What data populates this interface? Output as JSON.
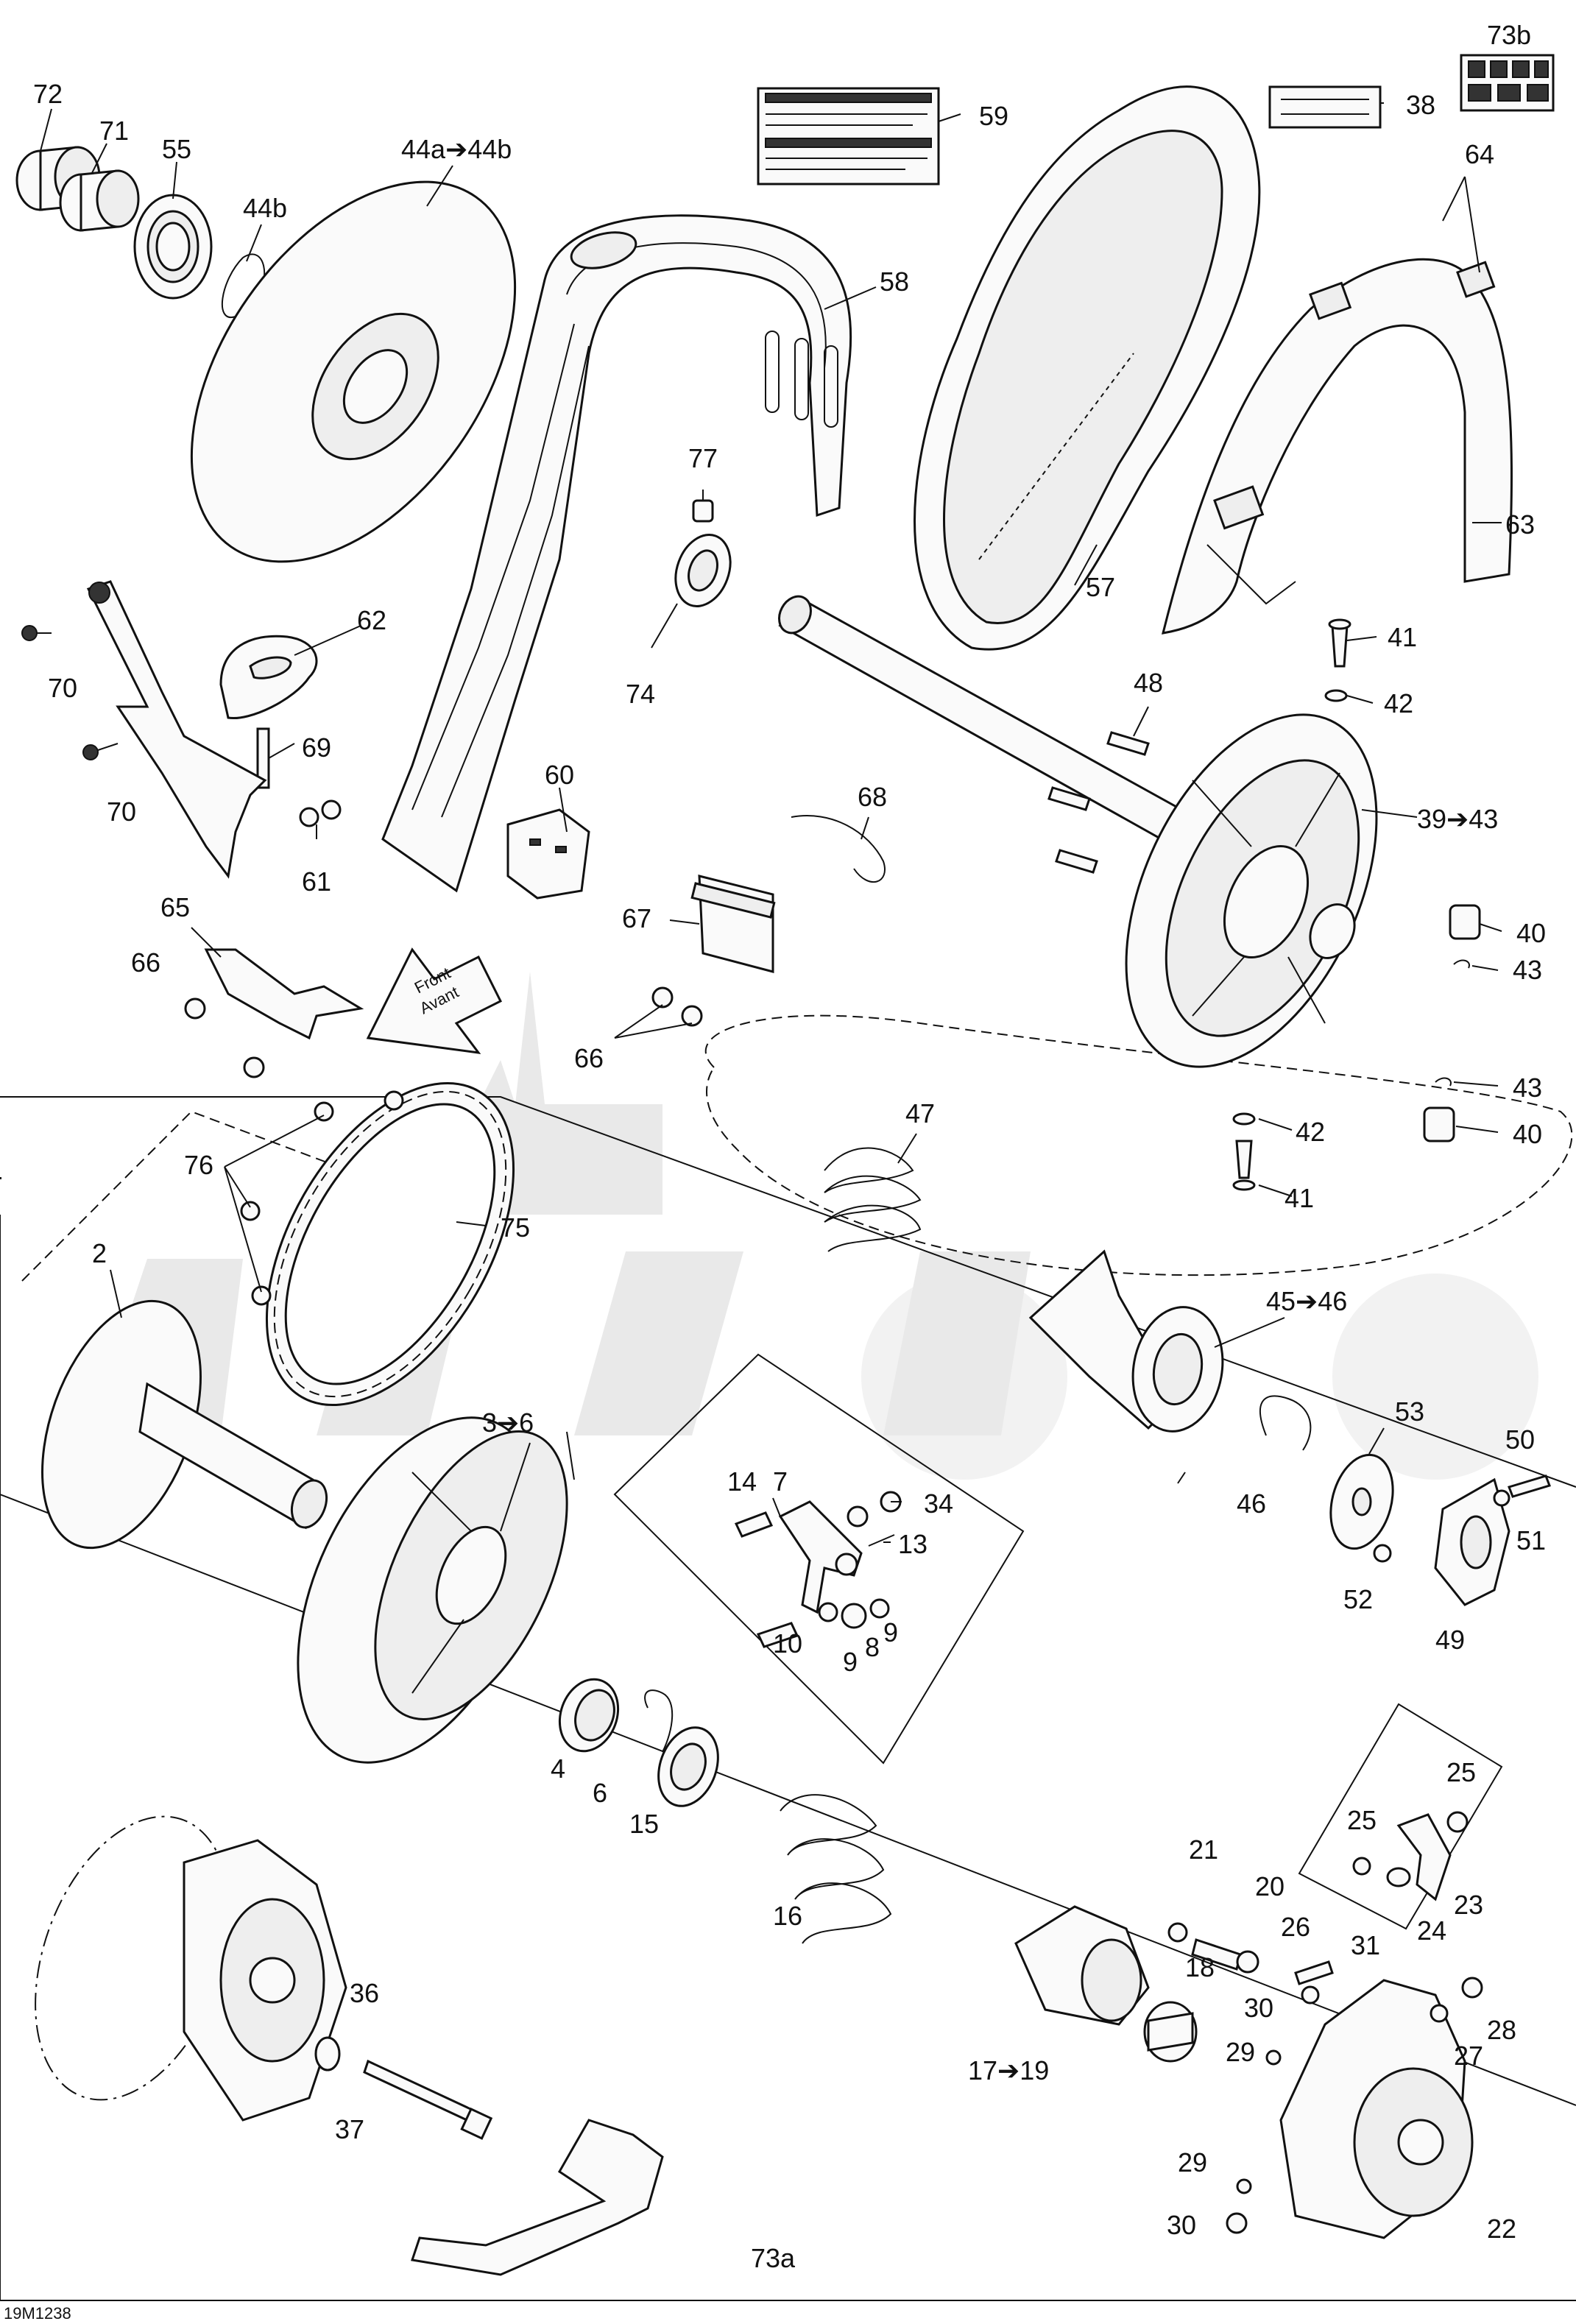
{
  "diagram": {
    "drawing_code": "19M1238",
    "front_arrow": {
      "line1": "Front",
      "line2": "Avant"
    },
    "callouts": {
      "c72": "72",
      "c71": "71",
      "c55": "55",
      "c44a": "44a➔44b",
      "c44b": "44b",
      "c59": "59",
      "c58": "58",
      "c38": "38",
      "c73b": "73b",
      "c64": "64",
      "c62": "62",
      "c70a": "70",
      "c70b": "70",
      "c69": "69",
      "c61": "61",
      "c60": "60",
      "c77": "77",
      "c74": "74",
      "c57": "57",
      "c63": "63",
      "c41a": "41",
      "c42a": "42",
      "c48": "48",
      "c39": "39➔43",
      "c68": "68",
      "c67": "67",
      "c65": "65",
      "c66a": "66",
      "c66b": "66",
      "c40a": "40",
      "c43a": "43",
      "c43b": "43",
      "c42b": "42",
      "c40b": "40",
      "c41b": "41",
      "c47": "47",
      "c76": "76",
      "c75": "75",
      "c2": "2",
      "c45": "45➔46",
      "c3": "3➔6",
      "c7": "7",
      "c14": "14",
      "c34": "34",
      "c13": "13",
      "c10": "10",
      "c9a": "9",
      "c8": "8",
      "c9b": "9",
      "c53": "53",
      "c50": "50",
      "c46": "46",
      "c51": "51",
      "c52": "52",
      "c49": "49",
      "c4": "4",
      "c6": "6",
      "c15": "15",
      "c16": "16",
      "c21": "21",
      "c20": "20",
      "c25a": "25",
      "c25b": "25",
      "c23": "23",
      "c24": "24",
      "c26": "26",
      "c31": "31",
      "c18": "18",
      "c30a": "30",
      "c28": "28",
      "c27": "27",
      "c29a": "29",
      "c17": "17➔19",
      "c36": "36",
      "c37": "37",
      "c73a": "73a",
      "c29b": "29",
      "c30b": "30",
      "c22": "22"
    }
  }
}
